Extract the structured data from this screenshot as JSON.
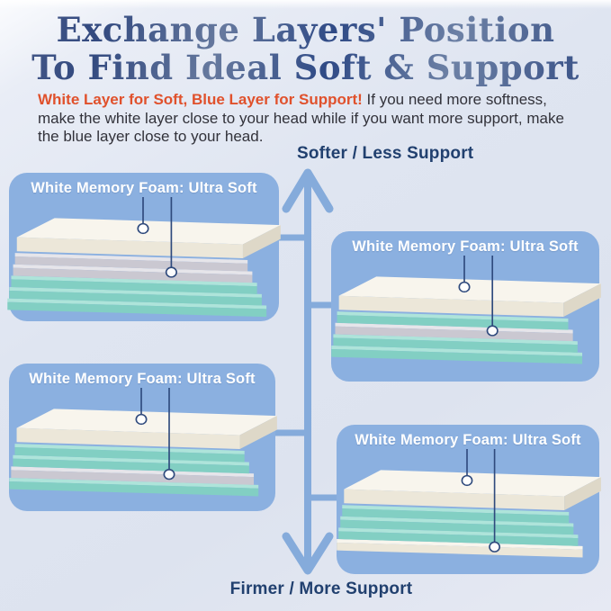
{
  "title": {
    "line1": "Exchange Layers' Position",
    "line2": "To Find Ideal Soft & Support"
  },
  "intro": {
    "highlight": "White Layer for Soft, Blue Layer for Support!",
    "body": " If you need more softness, make the white layer close to your head while if you want more support, make the blue layer close to your head."
  },
  "axis": {
    "top_label": "Softer / Less Support",
    "bottom_label": "Firmer / More Support"
  },
  "panels": [
    {
      "id": "top-left",
      "label": "White Memory Foam: Ultra Soft",
      "layers": [
        "white",
        "gray",
        "gray",
        "teal",
        "teal",
        "teal"
      ],
      "callouts": [
        0,
        2
      ]
    },
    {
      "id": "top-right",
      "label": "White Memory Foam: Ultra Soft",
      "layers": [
        "white",
        "teal",
        "gray",
        "teal",
        "teal"
      ],
      "callouts": [
        0,
        2
      ]
    },
    {
      "id": "bottom-left",
      "label": "White Memory Foam: Ultra Soft",
      "layers": [
        "white",
        "teal",
        "teal",
        "gray",
        "teal"
      ],
      "callouts": [
        0,
        3
      ]
    },
    {
      "id": "bottom-right",
      "label": "White Memory Foam: Ultra Soft",
      "layers": [
        "white",
        "teal",
        "teal",
        "teal",
        "white"
      ],
      "callouts": [
        0,
        4
      ]
    }
  ],
  "colors": {
    "panel_bg": "#8bb0e0",
    "arrow_blue": "#85abdb",
    "title_blue_dark": "#31497f",
    "title_blue_light": "#6d81a5",
    "highlight_red": "#e0512c",
    "axis_label_navy": "#21406f",
    "intro_text": "#32323a",
    "callout_navy": "#2f4a7d",
    "foam": {
      "white": {
        "top": "#f8f5ed",
        "front": "#ece7d9",
        "side": "#ded8c8"
      },
      "gray": {
        "top": "#e6e5ea",
        "front": "#cac8d1",
        "side": "#b9b7c1"
      },
      "teal": {
        "top": "#aee4da",
        "front": "#82cfc3",
        "side": "#6fc0b4"
      }
    }
  }
}
